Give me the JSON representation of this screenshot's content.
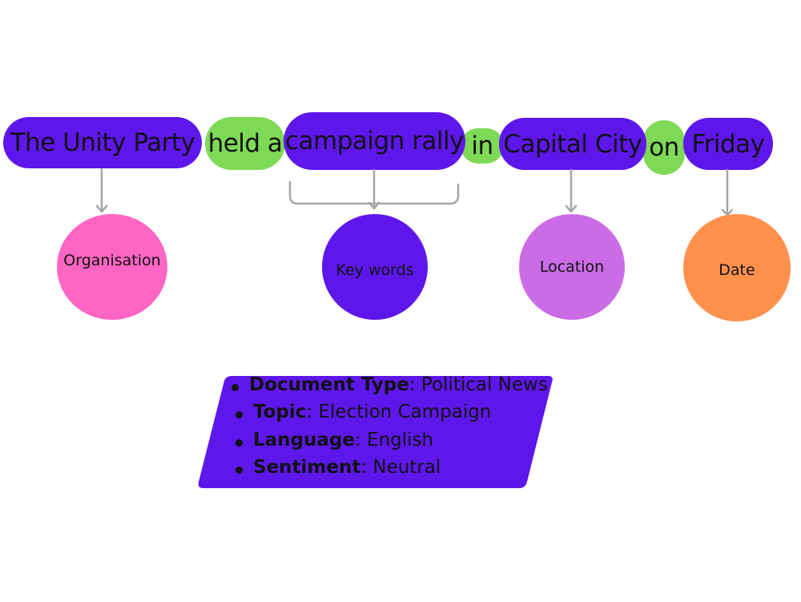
{
  "sentence": {
    "segments": [
      {
        "text": "The Unity Party",
        "kind": "entity"
      },
      {
        "text": "held a",
        "kind": "connector"
      },
      {
        "text": "campaign rally",
        "kind": "entity"
      },
      {
        "text": "in",
        "kind": "connector"
      },
      {
        "text": "Capital City",
        "kind": "entity"
      },
      {
        "text": "on",
        "kind": "connector"
      },
      {
        "text": "Friday",
        "kind": "entity"
      }
    ]
  },
  "labels": {
    "organisation": "Organisation",
    "keywords": "Key words",
    "location": "Location",
    "date": "Date"
  },
  "metadata": [
    {
      "key": "Document Type",
      "value": ": Political News"
    },
    {
      "key": "Topic",
      "value": ": Election Campaign"
    },
    {
      "key": "Language",
      "value": ": English"
    },
    {
      "key": "Sentiment",
      "value": ": Neutral"
    }
  ],
  "colors": {
    "entity": "#5e17eb",
    "connector": "#7ed957",
    "organisation": "#ff66c4",
    "keywords": "#5e17eb",
    "location": "#cb6ce6",
    "date": "#ff914d",
    "arrow": "#a6a6a6",
    "metadata_box": "#5e17eb"
  }
}
